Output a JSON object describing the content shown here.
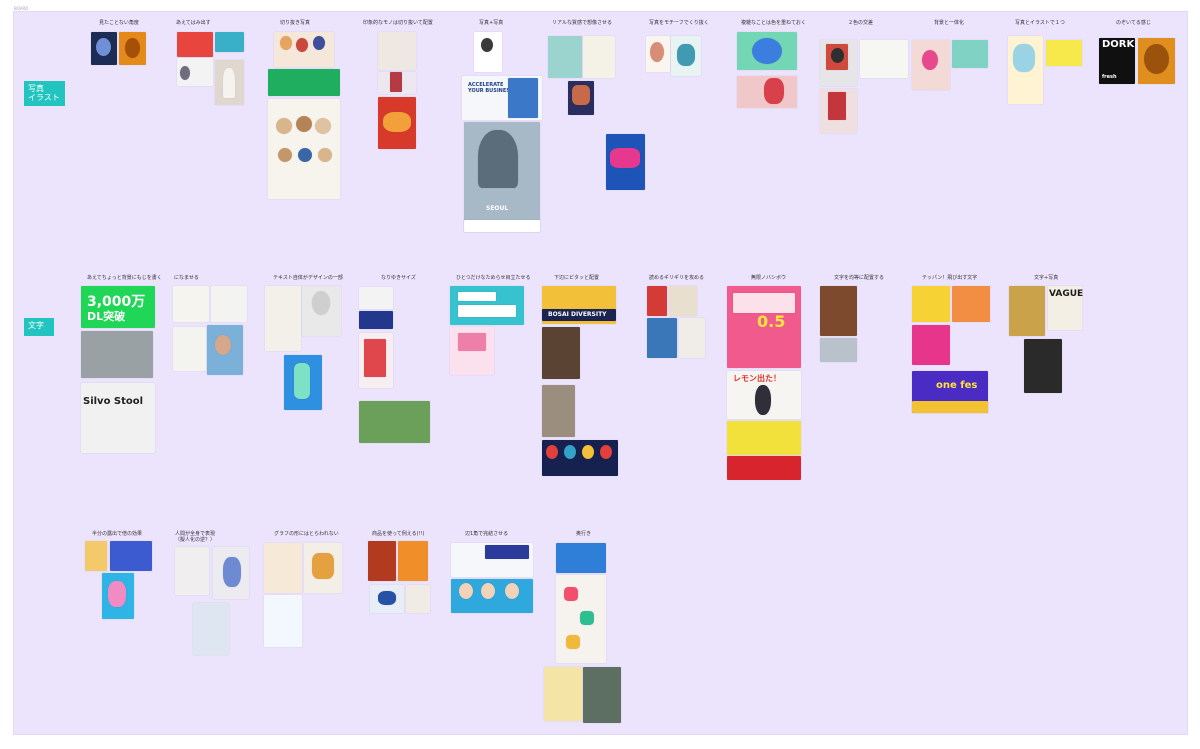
{
  "board": {
    "badge": "BOARD",
    "background": "#ece3fd"
  },
  "rows": [
    {
      "label": "写真\nイラスト"
    },
    {
      "label": "文字"
    }
  ],
  "categories": {
    "c1": "見たことない角度",
    "c2": "あえてはみ出す",
    "c3": "切り抜き写真",
    "c4": "印象的なモノは切り抜いて配置",
    "c5": "写真+写真",
    "c6": "リアルな質感で想像させる",
    "c7": "写真をモチーフでくり抜く",
    "c8": "複雑なことは色を重ねておく",
    "c9": "２色の交差",
    "c10": "背景と一体化",
    "c11": "写真とイラストで１つ",
    "c12": "のぞいてる感じ",
    "d1": "あえてちょっと背景にもじを書く",
    "d2": "になませる",
    "d3": "テキスト自体がデザインの一部",
    "d4": "なりゆきサイズ",
    "d5": "ひとつだけなためらせ目立たせる",
    "d6": "下辺にピタッと配置",
    "d7": "読めるギリギリを攻める",
    "d8": "無限ノバシボウ",
    "d9": "文字を均等に配置する",
    "d10": "テッパン！飛び出す文字",
    "d11": "文字+写真",
    "e1": "半分の露出で倍の効果",
    "e2": "人間が全身で表現\n（擬人化の逆？）",
    "e3": "グラフの形にはとらわれない",
    "e4": "商品を使って例える(!!)",
    "e5": "辺1角で完結させる",
    "e6": "奥行き"
  },
  "thumb_text": {
    "dl_number": "3,000万",
    "dl_line2": "DL突破",
    "silvo_stool": "Silvo Stool",
    "seoul": "SEOUL",
    "accelerate": "ACCELERATE\nYOUR BUSINESS",
    "dork": "DORK",
    "bosai": "BOSAI DIVERSITY",
    "campaign_pct": "0.5",
    "one_fes": "one fes",
    "lemon": "レモン出た！",
    "vague": "VAGUE",
    "fresh": "fresh"
  }
}
